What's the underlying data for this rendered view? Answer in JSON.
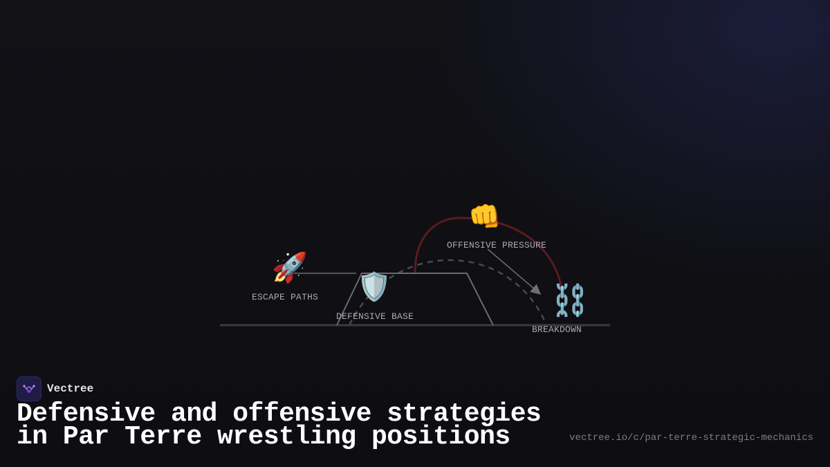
{
  "diagram": {
    "nodes": {
      "escape": {
        "label": "ESCAPE PATHS",
        "icon": "rocket-icon",
        "glyph": "🚀"
      },
      "defense": {
        "label": "DEFENSIVE BASE",
        "icon": "shield-icon",
        "glyph": "🛡️"
      },
      "offense": {
        "label": "OFFENSIVE PRESSURE",
        "icon": "fist-icon",
        "glyph": "👊"
      },
      "breakdown": {
        "label": "BREAKDOWN",
        "icon": "chain-icon",
        "glyph": "⛓️"
      }
    },
    "colors": {
      "ground": "#3a3a40",
      "base_outline": "#6a6a72",
      "dashed_arc": "#4a4a52",
      "pressure_arc": "#5a1c1f",
      "arrow": "#6e6e76"
    }
  },
  "brand": {
    "name": "Vectree",
    "logo_icon": "vectree-logo-icon",
    "accent": "#8b4fd6"
  },
  "title_lines": [
    "Defensive and offensive strategies",
    "in Par Terre wrestling positions"
  ],
  "url": "vectree.io/c/par-terre-strategic-mechanics"
}
